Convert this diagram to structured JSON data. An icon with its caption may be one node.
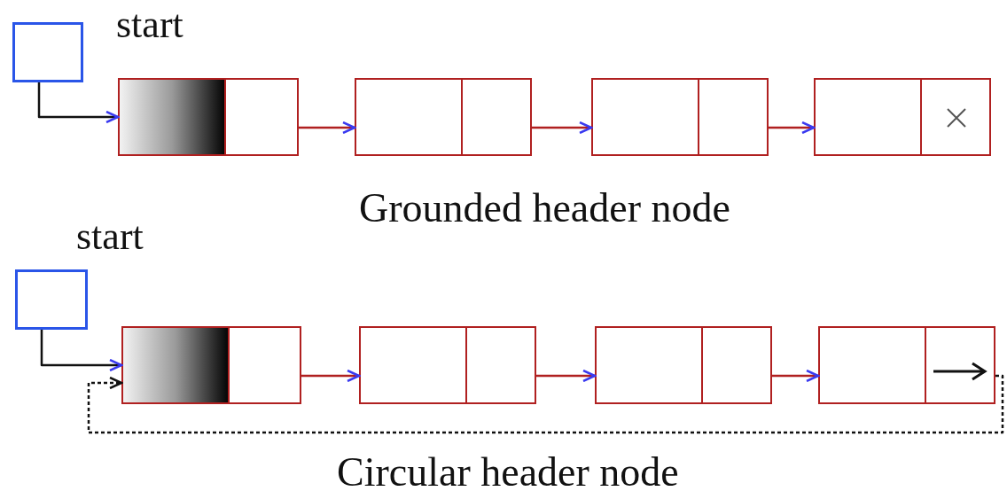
{
  "diagram": {
    "nodes": [
      {
        "text": [],
        "shape": "box",
        "beside": [
          "start"
        ]
      },
      {
        "text": [],
        "shape": "box"
      },
      {
        "text": [],
        "shape": "box"
      },
      {
        "text": [],
        "shape": "box"
      },
      {
        "text": [],
        "shape": "box"
      },
      {
        "text": [],
        "shape": "box",
        "beside": [
          "start"
        ]
      },
      {
        "text": [],
        "shape": "box"
      },
      {
        "text": [],
        "shape": "box"
      },
      {
        "text": [],
        "shape": "box"
      },
      {
        "text": [],
        "shape": "box"
      }
    ],
    "edges": [
      {
        "from": 0,
        "to": 1,
        "arrow": "to",
        "color": "#111111"
      },
      {
        "from": 1,
        "to": 2,
        "arrow": "to"
      },
      {
        "from": 2,
        "to": 3,
        "arrow": "to"
      },
      {
        "from": 3,
        "to": 4,
        "arrow": "to"
      },
      {
        "from": 5,
        "to": 6,
        "arrow": "to",
        "color": "#111111"
      },
      {
        "from": 6,
        "to": 7,
        "arrow": "to"
      },
      {
        "from": 7,
        "to": 8,
        "arrow": "to"
      },
      {
        "from": 8,
        "to": 9,
        "arrow": "to"
      },
      {
        "from": 9,
        "to": 6,
        "arrow": "to",
        "style": "dashed",
        "color": "#111111"
      }
    ],
    "labels": [
      "Grounded header node",
      "Circular header node"
    ]
  }
}
